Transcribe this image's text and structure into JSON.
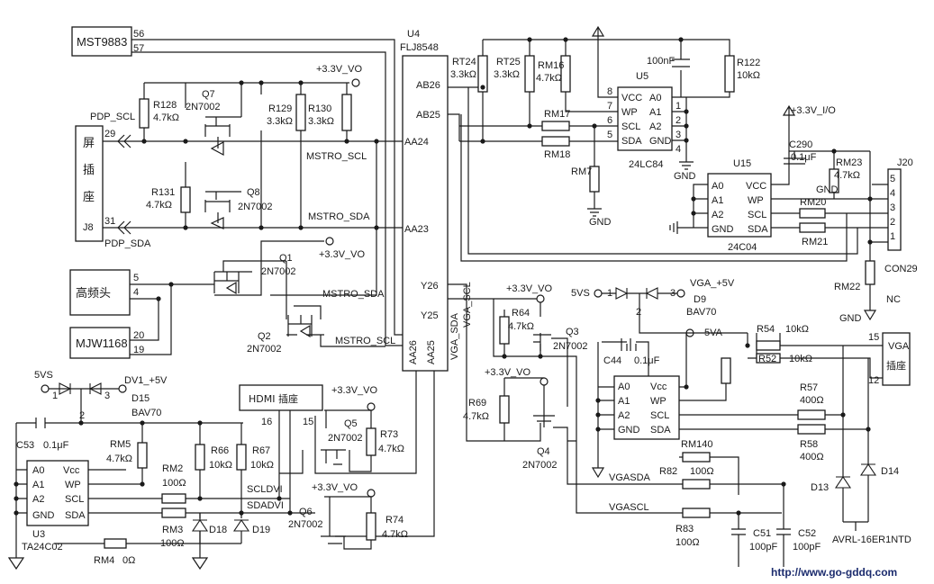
{
  "site_url": "http://www.go-gddq.com",
  "chips": {
    "mst": {
      "name": "MST9883",
      "pins": [
        "56",
        "57"
      ]
    },
    "u4": {
      "ref": "U4",
      "part": "FLJ8548",
      "pins": [
        "AB26",
        "AB25",
        "AA24",
        "AA23",
        "Y26",
        "Y25",
        "AA26",
        "AA25"
      ]
    },
    "u5": {
      "ref": "U5",
      "part": "24LC84",
      "left": [
        "VCC",
        "WP",
        "SCL",
        "SDA"
      ],
      "right": [
        "A0",
        "A1",
        "A2",
        "GND"
      ],
      "lpins": [
        "8",
        "7",
        "6",
        "5"
      ],
      "rpins": [
        "1",
        "2",
        "3",
        "4"
      ]
    },
    "u15": {
      "ref": "U15",
      "part": "24C04",
      "left": [
        "A0",
        "A1",
        "A2",
        "GND"
      ],
      "right": [
        "VCC",
        "WP",
        "SCL",
        "SDA"
      ]
    },
    "u3": {
      "ref": "U3",
      "part": "TA24C02",
      "left": [
        "A0",
        "A1",
        "A2",
        "GND"
      ],
      "right": [
        "Vcc",
        "WP",
        "SCL",
        "SDA"
      ]
    },
    "u_vga": {
      "left": [
        "A0",
        "A1",
        "A2",
        "GND"
      ],
      "right": [
        "Vcc",
        "WP",
        "SCL",
        "SDA"
      ]
    },
    "mjw": {
      "name": "MJW1168",
      "pins": [
        "20",
        "19"
      ]
    },
    "tuner": {
      "name": "高频头",
      "pins": [
        "5",
        "4"
      ]
    },
    "hdmi": {
      "name": "HDMI 插座",
      "pins": [
        "16",
        "15"
      ]
    },
    "vga": {
      "name": "VGA",
      "name2": "插座",
      "pins": [
        "15",
        "12"
      ]
    },
    "j8": {
      "chars": [
        "屏",
        "插",
        "座"
      ],
      "ref": "J8",
      "pins": [
        "29",
        "31"
      ]
    },
    "j20": {
      "ref": "J20",
      "part": "CON29",
      "pins": [
        "5",
        "4",
        "3",
        "2",
        "1"
      ],
      "nc": "NC"
    }
  },
  "components": {
    "r128": {
      "ref": "R128",
      "val": "4.7kΩ"
    },
    "q7": {
      "ref": "Q7",
      "part": "2N7002"
    },
    "r129": {
      "ref": "R129",
      "val": "3.3kΩ"
    },
    "r130": {
      "ref": "R130",
      "val": "3.3kΩ"
    },
    "r131": {
      "ref": "R131",
      "val": "4.7kΩ"
    },
    "q8": {
      "ref": "Q8",
      "part": "2N7002"
    },
    "q1": {
      "ref": "Q1",
      "part": "2N7002"
    },
    "q2": {
      "ref": "Q2",
      "part": "2N7002"
    },
    "r124": {
      "ref": "RT24",
      "val": "3.3kΩ"
    },
    "r125": {
      "ref": "RT25",
      "val": "3.3kΩ"
    },
    "r116": {
      "ref": "RM16",
      "val": "4.7kΩ"
    },
    "rm17": {
      "ref": "RM17"
    },
    "rm18": {
      "ref": "RM18"
    },
    "rm7": {
      "ref": "RM7"
    },
    "c100n": {
      "val": "100nF"
    },
    "r122": {
      "ref": "R122",
      "val": "10kΩ"
    },
    "c290": {
      "ref": "C290",
      "val": "0.1μF"
    },
    "rm23": {
      "ref": "RM23",
      "val": "4.7kΩ"
    },
    "rm20": {
      "ref": "RM20"
    },
    "rm21": {
      "ref": "RM21"
    },
    "rm22": {
      "ref": "RM22"
    },
    "r64": {
      "ref": "R64",
      "val": "4.7kΩ"
    },
    "q3": {
      "ref": "Q3",
      "part": "2N7002"
    },
    "r69": {
      "ref": "R69",
      "val": "4.7kΩ"
    },
    "q4": {
      "ref": "Q4",
      "part": "2N7002"
    },
    "d9": {
      "ref": "D9",
      "part": "BAV70"
    },
    "c44": {
      "ref": "C44",
      "val": "0.1μF"
    },
    "r54": {
      "ref": "R54",
      "val": "10kΩ"
    },
    "r52": {
      "ref": "R52",
      "val": "10kΩ"
    },
    "r57": {
      "ref": "R57",
      "val": "400Ω"
    },
    "r58": {
      "ref": "R58",
      "val": "400Ω"
    },
    "rm140": {
      "ref": "RM140"
    },
    "r82": {
      "ref": "R82",
      "val": "100Ω"
    },
    "r83": {
      "ref": "R83",
      "val": "100Ω"
    },
    "c51": {
      "ref": "C51",
      "val": "100pF"
    },
    "c52": {
      "ref": "C52",
      "val": "100pF"
    },
    "d13": {
      "ref": "D13"
    },
    "d14": {
      "ref": "D14"
    },
    "d14_part": "AVRL-16ER1NTD",
    "d15": {
      "ref": "D15",
      "part": "BAV70"
    },
    "c53": {
      "ref": "C53",
      "val": "0.1μF"
    },
    "rm5": {
      "ref": "RM5",
      "val": "4.7kΩ"
    },
    "rm2": {
      "ref": "RM2",
      "val": "100Ω"
    },
    "rm3": {
      "ref": "RM3",
      "val": "100Ω"
    },
    "r66": {
      "ref": "R66",
      "val": "10kΩ"
    },
    "r67": {
      "ref": "R67",
      "val": "10kΩ"
    },
    "d18": {
      "ref": "D18"
    },
    "d19": {
      "ref": "D19"
    },
    "rm4": {
      "ref": "RM4",
      "val": "0Ω"
    },
    "q5": {
      "ref": "Q5",
      "part": "2N7002"
    },
    "r73": {
      "ref": "R73",
      "val": "4.7kΩ"
    },
    "q6": {
      "ref": "Q6",
      "part": "2N7002"
    },
    "r74": {
      "ref": "R74",
      "val": "4.7kΩ"
    }
  },
  "nets": {
    "v33vo": "+3.3V_VO",
    "v33io": "+3.3V_I/O",
    "gnd": "GND",
    "pdp_scl": "PDP_SCL",
    "pdp_sda": "PDP_SDA",
    "mstro_scl": "MSTRO_SCL",
    "mstro_sda": "MSTRO_SDA",
    "mstro_sda2": "MSTRO_SDA",
    "mstro_scl2": "MSTRO_SCL",
    "vga_sda": "VGA_SDA",
    "vga_scl": "VGA_SCL",
    "vgasda": "VGASDA",
    "vgascl": "VGASCL",
    "sclvdi": "SCLDVI",
    "sdavdi": "SDADVI",
    "svs_top": "5VS",
    "vga_5v": "VGA_+5V",
    "v5va": "5VA",
    "svs_bot": "5VS",
    "dv1_5v": "DV1_+5V",
    "n1": "1",
    "n2": "2",
    "n3": "3"
  }
}
